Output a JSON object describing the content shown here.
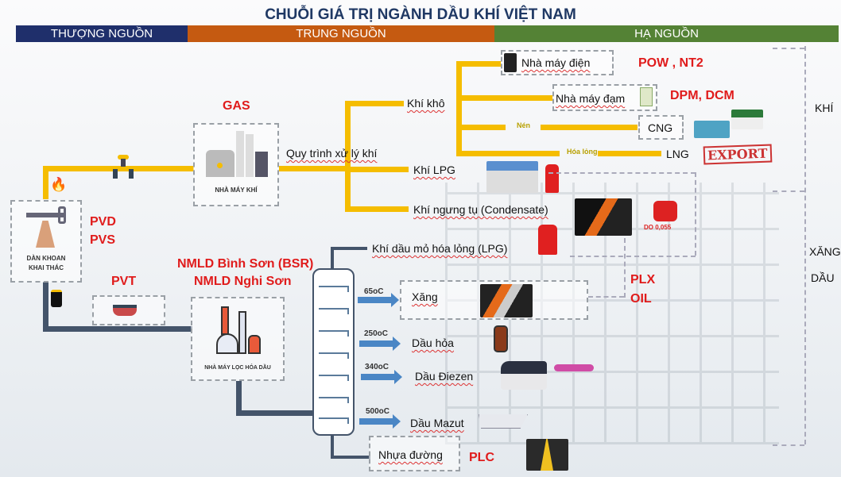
{
  "title": "CHUỖI GIÁ TRỊ NGÀNH DẦU KHÍ VIỆT NAM",
  "segments": {
    "upstream": "THƯỢNG NGUỒN",
    "midstream": "TRUNG NGUỒN",
    "downstream": "HẠ NGUỒN"
  },
  "colors": {
    "upstream": "#1f2f6b",
    "midstream": "#c55a11",
    "downstream": "#548235",
    "gas_pipe": "#f5bd00",
    "oil_pipe": "#44546a",
    "ticker": "#e01b1b"
  },
  "upstream": {
    "rig_label_1": "DÀN KHOAN",
    "rig_label_2": "KHAI THÁC",
    "tickers_1": "PVD",
    "tickers_2": "PVS",
    "transport_ticker": "PVT"
  },
  "gas": {
    "ticker": "GAS",
    "plant_label": "NHÀ MÁY KHÍ",
    "process": "Quy trình xử lý khí",
    "dry_gas": "Khí khô",
    "lpg": "Khí LPG",
    "condensate": "Khí ngưng tụ (Condensate)",
    "power_plant": "Nhà máy điện",
    "power_tickers": "POW , NT2",
    "fertilizer_plant": "Nhà máy đạm",
    "fertilizer_tickers": "DPM, DCM",
    "compress": "Nén",
    "cng": "CNG",
    "liquefy": "Hóa lỏng",
    "lng": "LNG",
    "export": "EXPORT",
    "do_label": "DO 0,055"
  },
  "refinery": {
    "name_1": "NMLD Bình Sơn (BSR)",
    "name_2": "NMLD Nghi Sơn",
    "plant_label": "NHÀ MÁY LỌC HÓA DẦU",
    "lpg": "Khí dầu mỏ hóa lỏng (LPG)",
    "products": [
      {
        "temp": "65oC",
        "name": "Xăng"
      },
      {
        "temp": "250oC",
        "name": "Dầu hỏa"
      },
      {
        "temp": "340oC",
        "name": "Dầu Điezen"
      },
      {
        "temp": "500oC",
        "name": "Dầu Mazut"
      }
    ],
    "asphalt": "Nhựa đường",
    "asphalt_ticker": "PLC",
    "fuel_tickers_1": "PLX",
    "fuel_tickers_2": "OIL"
  },
  "categories": {
    "gas": "KHÍ",
    "fuel_1": "XĂNG",
    "fuel_2": "DẦU"
  }
}
